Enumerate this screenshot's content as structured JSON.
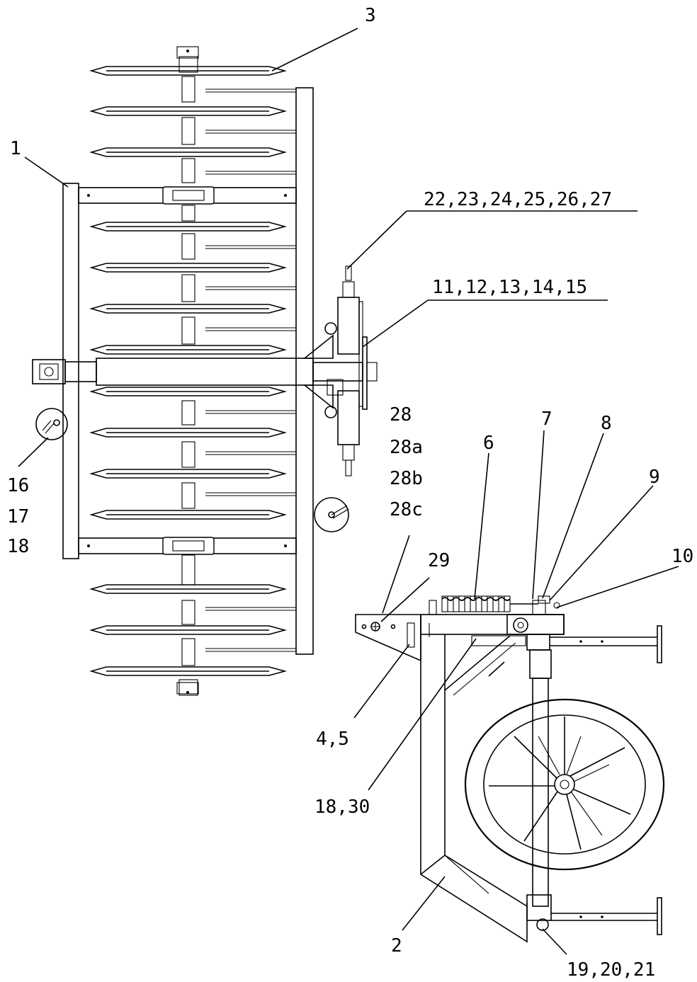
{
  "labels": {
    "l1": "1",
    "l2": "2",
    "l3": "3",
    "l45": "4,5",
    "l6": "6",
    "l7": "7",
    "l8": "8",
    "l9": "9",
    "l10": "10",
    "l11_15": "11,12,13,14,15",
    "l16": "16",
    "l17": "17",
    "l18": "18",
    "l18_30": "18,30",
    "l19_21": "19,20,21",
    "l22_27": "22,23,24,25,26,27",
    "l28": "28",
    "l28a": "28a",
    "l28b": "28b",
    "l28c": "28c",
    "l29": "29"
  }
}
